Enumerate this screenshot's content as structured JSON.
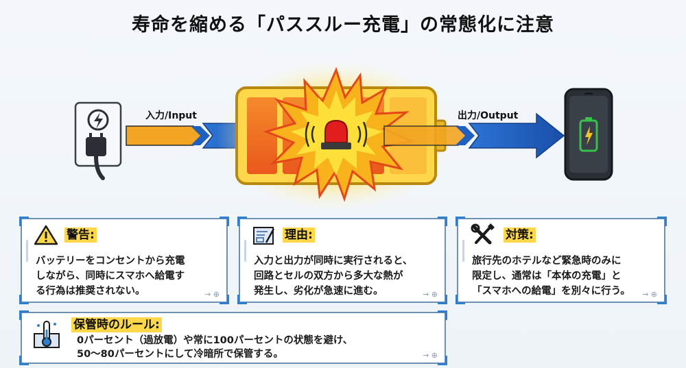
{
  "title": "寿命を縮める「パススルー充電」の常態化に注意",
  "flow": {
    "input_label": "入力/Input",
    "output_label": "出力/Output"
  },
  "icons": {
    "outlet": "power-outlet-icon",
    "battery": "overheating-battery-icon",
    "alarm": "alarm-light-icon",
    "phone": "smartphone-icon",
    "warning": "warning-icon",
    "reason": "blueprint-icon",
    "measures": "tools-icon",
    "storage": "thermometer-box-icon"
  },
  "colors": {
    "input_arrow_orange": "#f3a623",
    "arrow_blue": "#1f5fbf",
    "battery_orange": "#f07a1a",
    "burst": "#f8b21c",
    "highlight": "#ffd84a",
    "card_border": "#6d8fb4",
    "phone_green": "#39c24a"
  },
  "cards": {
    "warning": {
      "title": "警告:",
      "body": "バッテリーをコンセントから充電\nしながら、同時にスマホへ給電す\nる行為は推奨されない。",
      "foot": "→ ⊕"
    },
    "reason": {
      "title": "理由:",
      "body": "入力と出力が同時に実行されると、\n回路とセルの双方から多大な熱が\n発生し、劣化が急速に進む。",
      "foot": "→ ⊕"
    },
    "measures": {
      "title": "対策:",
      "body": "旅行先のホテルなど緊急時のみに\n限定し、通常は「本体の充電」と\n「スマホへの給電」を別々に行う。",
      "foot": "→ ⊕"
    },
    "storage": {
      "title": "保管時のルール:",
      "body": "0パーセント（過放電）や常に100パーセントの状態を避け、\n50〜80パーセントにして冷暗所で保管する。",
      "foot": "→ ⊕"
    }
  }
}
